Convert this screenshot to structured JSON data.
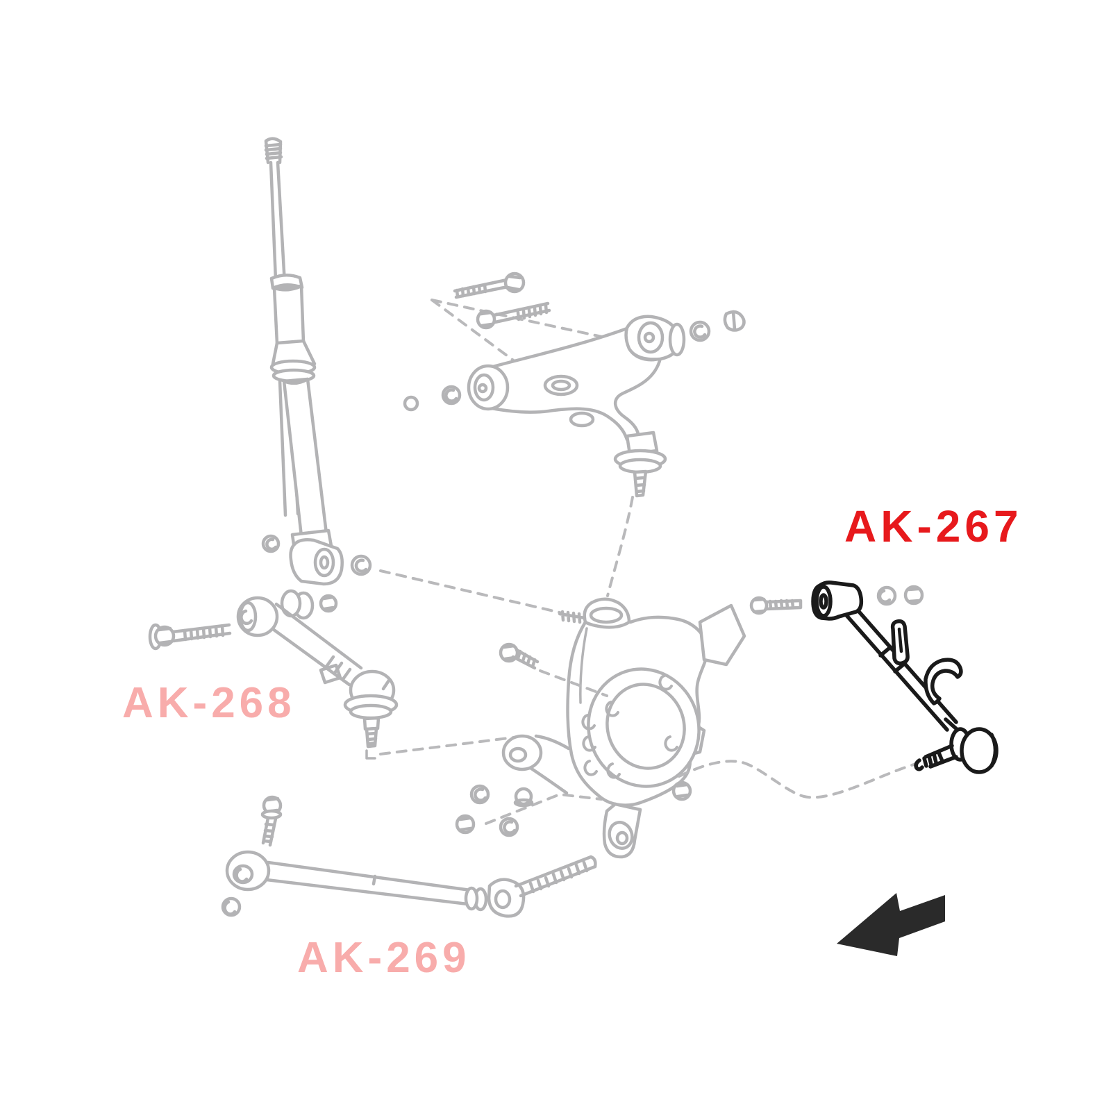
{
  "figure": {
    "description": "Exploded rear suspension parts line diagram",
    "background": "#ffffff"
  },
  "labels": {
    "ak267": {
      "text": "AK-267",
      "color": "#e7191c",
      "highlighted": true
    },
    "ak268": {
      "text": "AK-268",
      "color": "#f8acab",
      "highlighted": false
    },
    "ak269": {
      "text": "AK-269",
      "color": "#f8acab",
      "highlighted": false
    }
  },
  "colors": {
    "diagram_lines": "#b3b3b5",
    "highlight_part_lines": "#1a1a1a",
    "arrow": "#2a2a2a"
  },
  "parts": {
    "shock_absorber": "shock absorber with threaded rod, boot and lower eye bushing",
    "upper_control_arm": "upper control arm with two bolts, nuts and ball joint",
    "knuckle": "rear knuckle / hub carrier with hub bore and bolt holes",
    "ak268_link": "front lateral link with bolt, bushing and ball joint (AK-268)",
    "ak269_rod": "trailing rod with bolts and bushings (AK-269)",
    "ak267_link": "highlighted adjustable rear lateral link (AK-267)",
    "direction_arrow": "solid arrow pointing lower-left"
  }
}
